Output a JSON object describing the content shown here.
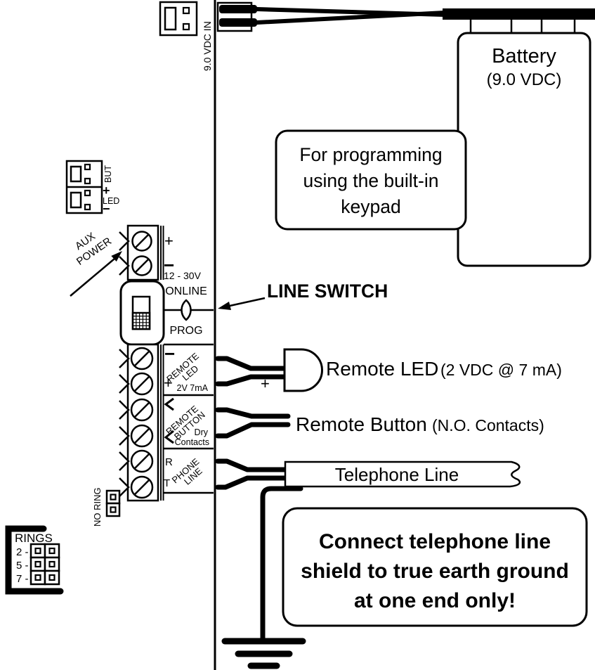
{
  "dc_input": {
    "label": "9.0 VDC IN"
  },
  "battery": {
    "title": "Battery",
    "voltage": "(9.0 VDC)"
  },
  "programming_note": {
    "line1": "For programming",
    "line2": "using the built-in",
    "line3": "keypad"
  },
  "front_connectors": {
    "but_label": "BUT",
    "but_plus": "+",
    "led_label": "LED",
    "led_minus": "−"
  },
  "aux_power": {
    "callout_line1": "AUX",
    "callout_line2": "POWER",
    "plus": "+",
    "minus": "−",
    "range": "12 - 30V"
  },
  "line_switch": {
    "online": "ONLINE",
    "prog": "PROG",
    "callout": "LINE SWITCH"
  },
  "remote_led": {
    "minus": "−",
    "plus": "+",
    "label_line1": "REMOTE",
    "label_line2": "LED",
    "rating": "2V 7mA",
    "wire_plus": "+",
    "callout": "Remote LED",
    "spec": "(2 VDC @ 7 mA)"
  },
  "remote_button": {
    "label_line1": "REMOTE",
    "label_line2": "BUTTON",
    "note_line1": "Dry",
    "note_line2": "Contacts",
    "callout": "Remote Button",
    "spec": "(N.O. Contacts)"
  },
  "phone_line": {
    "ring": "R",
    "tip": "T",
    "label_line1": "PHONE",
    "label_line2": "LINE",
    "banner": "Telephone Line"
  },
  "no_ring": {
    "label": "NO RING"
  },
  "rings": {
    "title": "RINGS",
    "opt2": "2 -",
    "opt5": "5 -",
    "opt7": "7 -"
  },
  "warning": {
    "line1": "Connect telephone line",
    "line2": "shield to true earth ground",
    "line3": "at one end only!"
  }
}
